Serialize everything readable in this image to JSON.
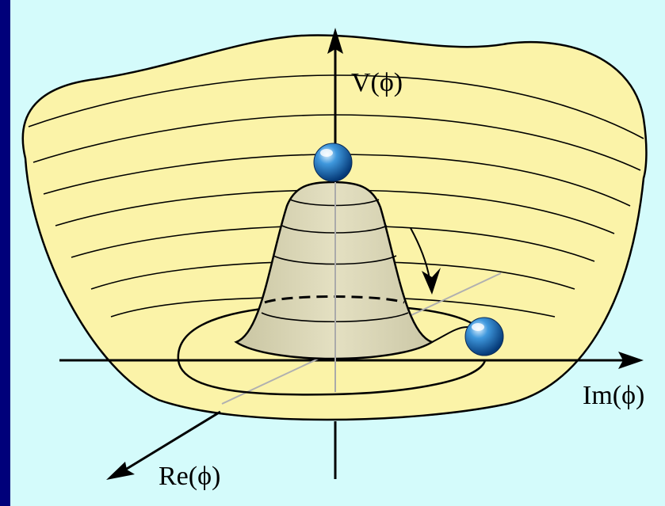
{
  "labels": {
    "v_axis": "V(ϕ)",
    "im_axis": "Im(ϕ)",
    "re_axis": "Re(ϕ)"
  },
  "colors": {
    "outer_border": "#00007a",
    "background": "#d4fbfb",
    "bowl_inner": "#fbf3a8",
    "bowl_side": "#ddd9b8",
    "hump": "#d8d4b4",
    "ball": "#1f74c4"
  }
}
